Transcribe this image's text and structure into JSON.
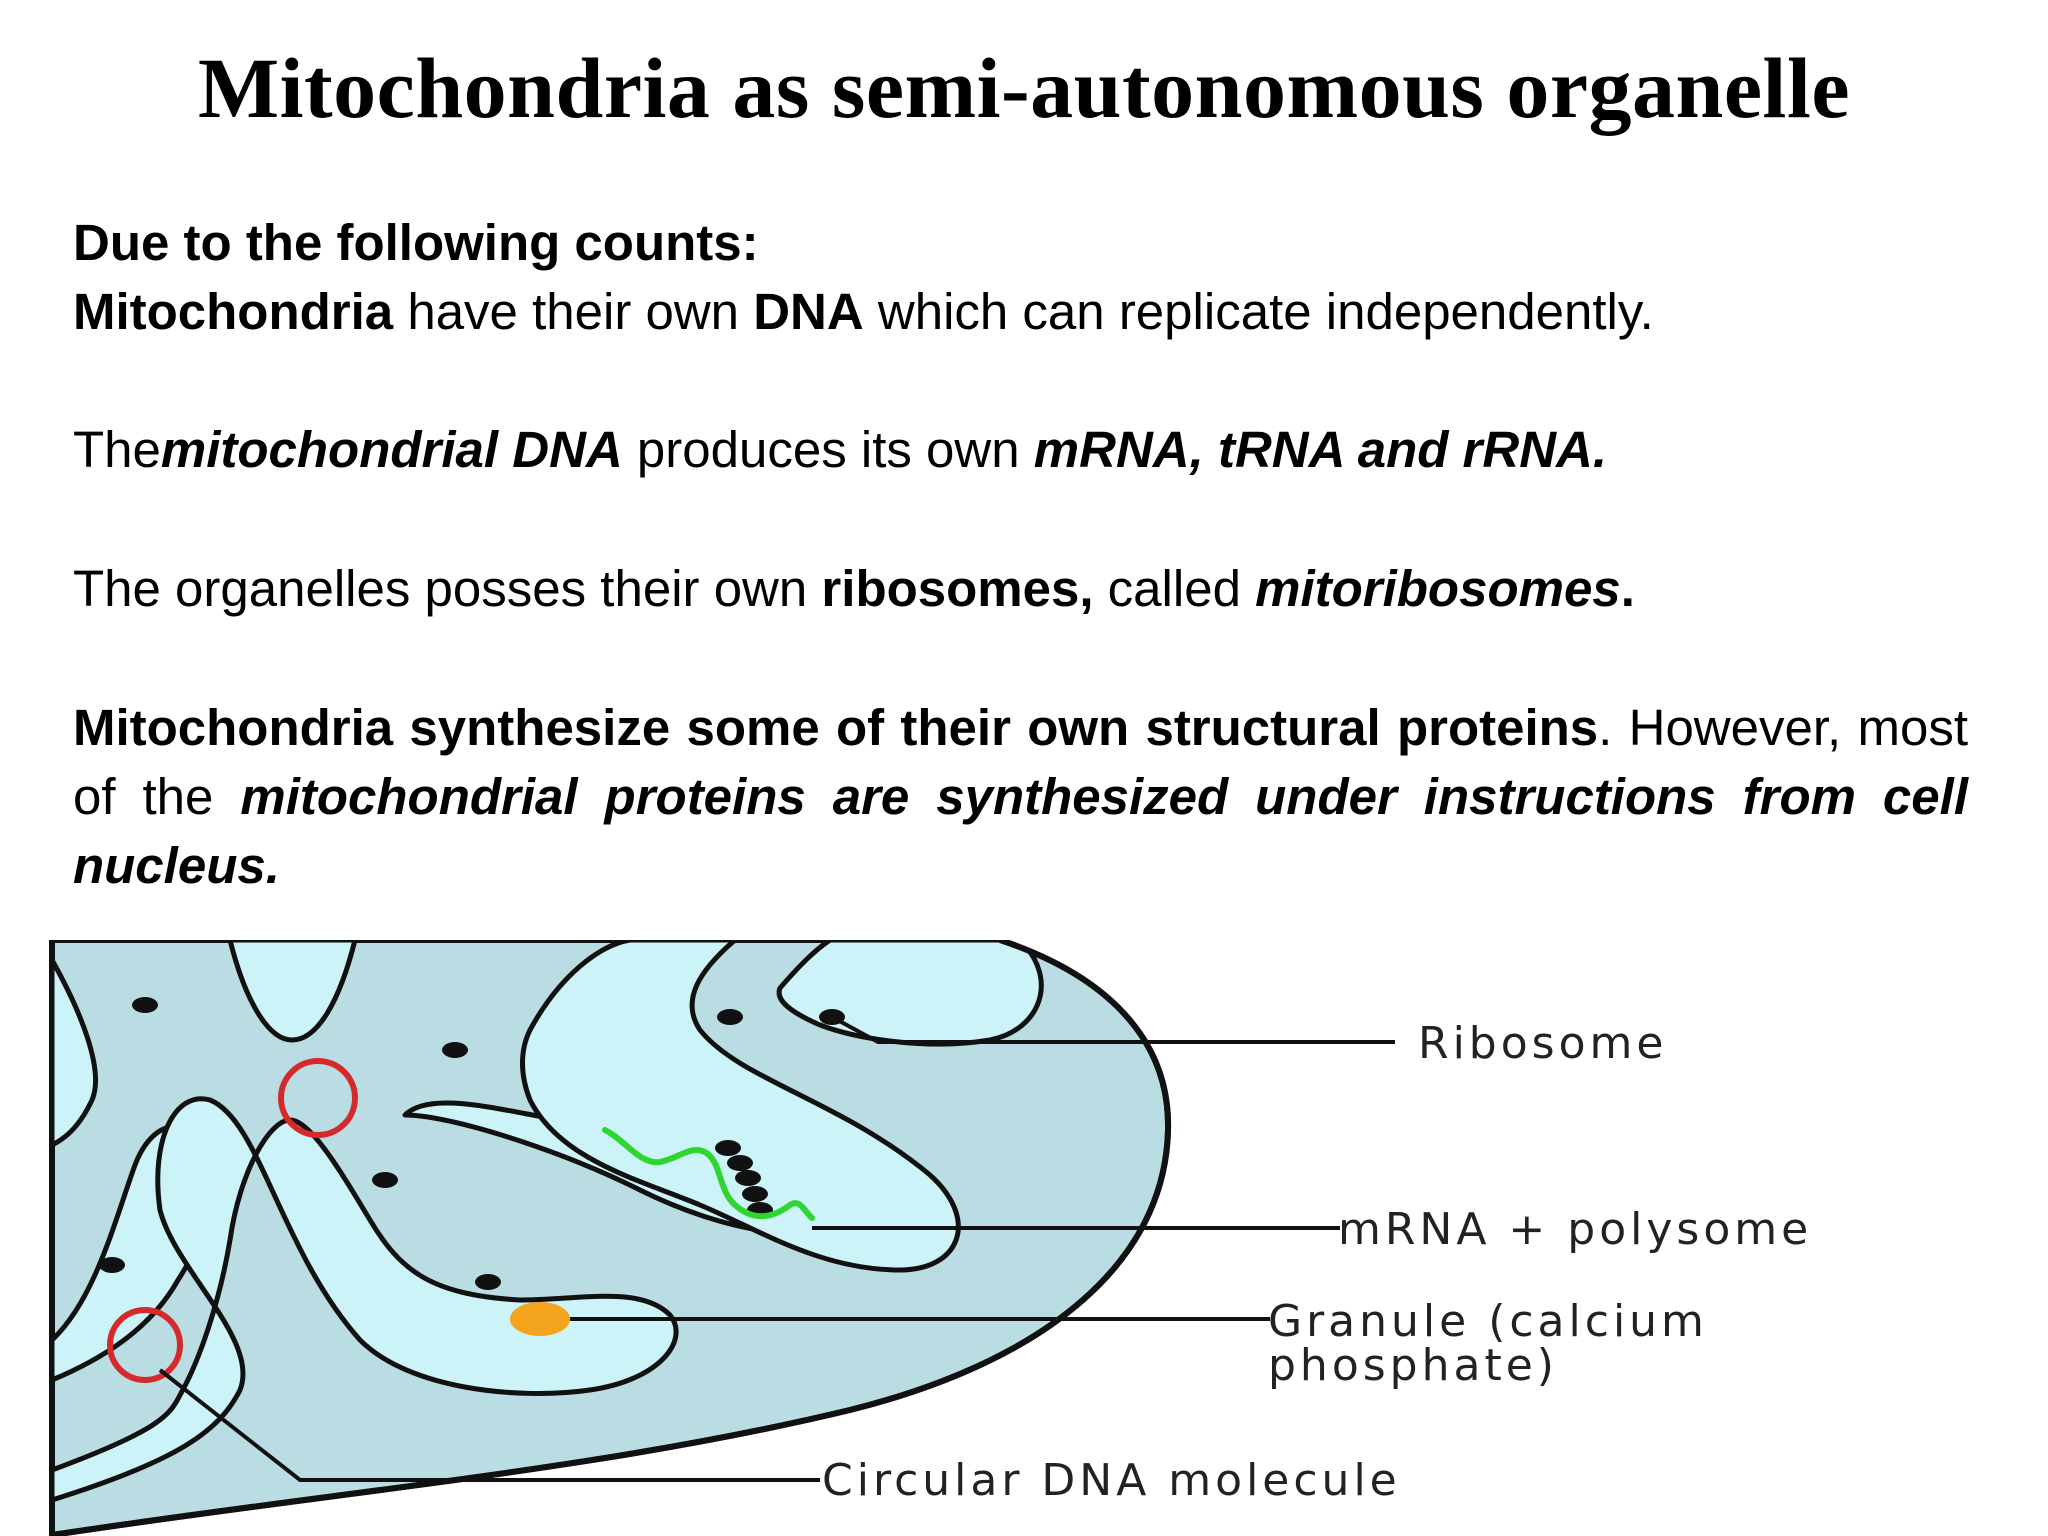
{
  "title": "Mitochondria as semi-autonomous organelle",
  "intro": "Due to the following counts:",
  "point1": {
    "subject": "Mitochondria",
    "text1": " have their own ",
    "dna": "DNA",
    "text2": " which can replicate independently."
  },
  "point2": {
    "prefix": "The",
    "mito_dna": "mitochondrial DNA",
    "text": " produces its own ",
    "rnas": "mRNA, tRNA and rRNA."
  },
  "point3": {
    "text1": "The organelles posses their own ",
    "ribosomes": "ribosomes,",
    "text2": " called ",
    "mitoribosomes": "mitoribosomes",
    "period": "."
  },
  "point4": {
    "bold": "Mitochondria synthesize some of their own structural proteins",
    "period": ".",
    "however": "However, most of the ",
    "emphasis": "mitochondrial proteins are synthesized under instructions from cell nucleus."
  },
  "diagram": {
    "labels": {
      "ribosome": "Ribosome",
      "mrna": "mRNA + polysome",
      "granule_line1": "Granule (calcium",
      "granule_line2": "phosphate)",
      "dna": "Circular DNA molecule"
    },
    "colors": {
      "matrix": "#b9dde2",
      "intermembrane": "#ccf3f8",
      "dna_ring": "#d42a2a",
      "granule": "#f4a41c",
      "mrna_strand": "#2fd62f",
      "outline": "#111111"
    }
  }
}
